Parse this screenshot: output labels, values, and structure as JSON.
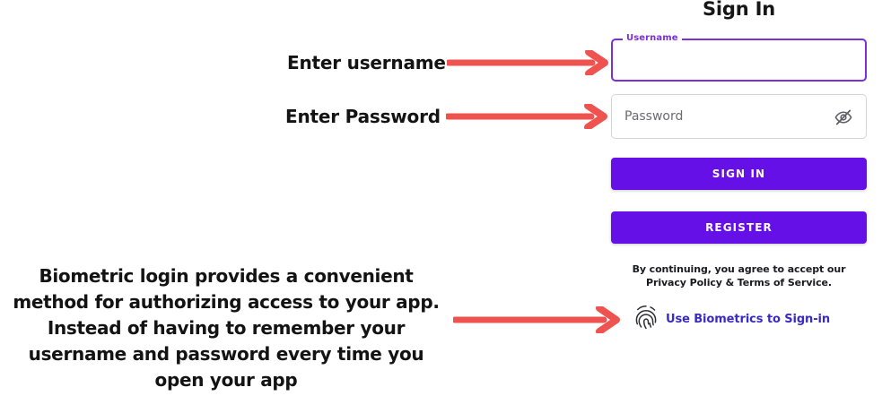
{
  "annotations": {
    "username_callout": "Enter username",
    "password_callout": "Enter Password",
    "biometrics_callout": "Biometric login provides a convenient method for authorizing access to your app. Instead of having to remember your username and password every time you open your app",
    "arrow_color": "#EF5350"
  },
  "signin": {
    "title": "Sign In",
    "username_field": {
      "label": "Username",
      "value": "",
      "placeholder": ""
    },
    "password_field": {
      "label": "Password",
      "value": "",
      "placeholder": "Password",
      "visibility_icon": "eye-off-icon"
    },
    "signin_button": "SIGN IN",
    "register_button": "REGISTER",
    "terms_line1": "By continuing, you agree to accept our",
    "terms_line2": "Privacy Policy & Terms of Service.",
    "biometrics_link": "Use Biometrics to Sign-in",
    "biometrics_icon": "fingerprint-icon"
  },
  "colors": {
    "primary_purple": "#6610E8",
    "focus_purple": "#7B2FD6",
    "link_indigo": "#3A2BC4",
    "arrow_red": "#EF5350",
    "field_border_gray": "#D5D5D8"
  }
}
